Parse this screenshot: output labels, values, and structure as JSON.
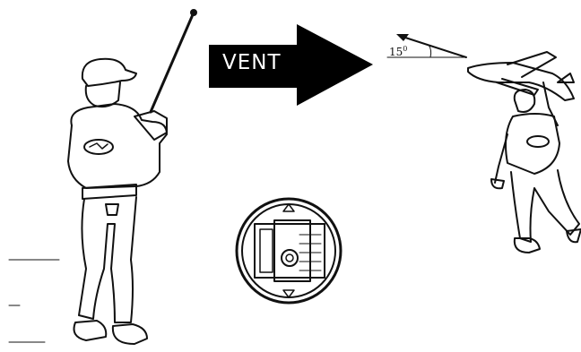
{
  "wind_arrow": {
    "label": "VENT"
  },
  "launch_angle": {
    "label": "15",
    "unit": "0"
  },
  "colors": {
    "ink": "#111111",
    "arrow_fill": "#000000",
    "background": "#ffffff"
  }
}
